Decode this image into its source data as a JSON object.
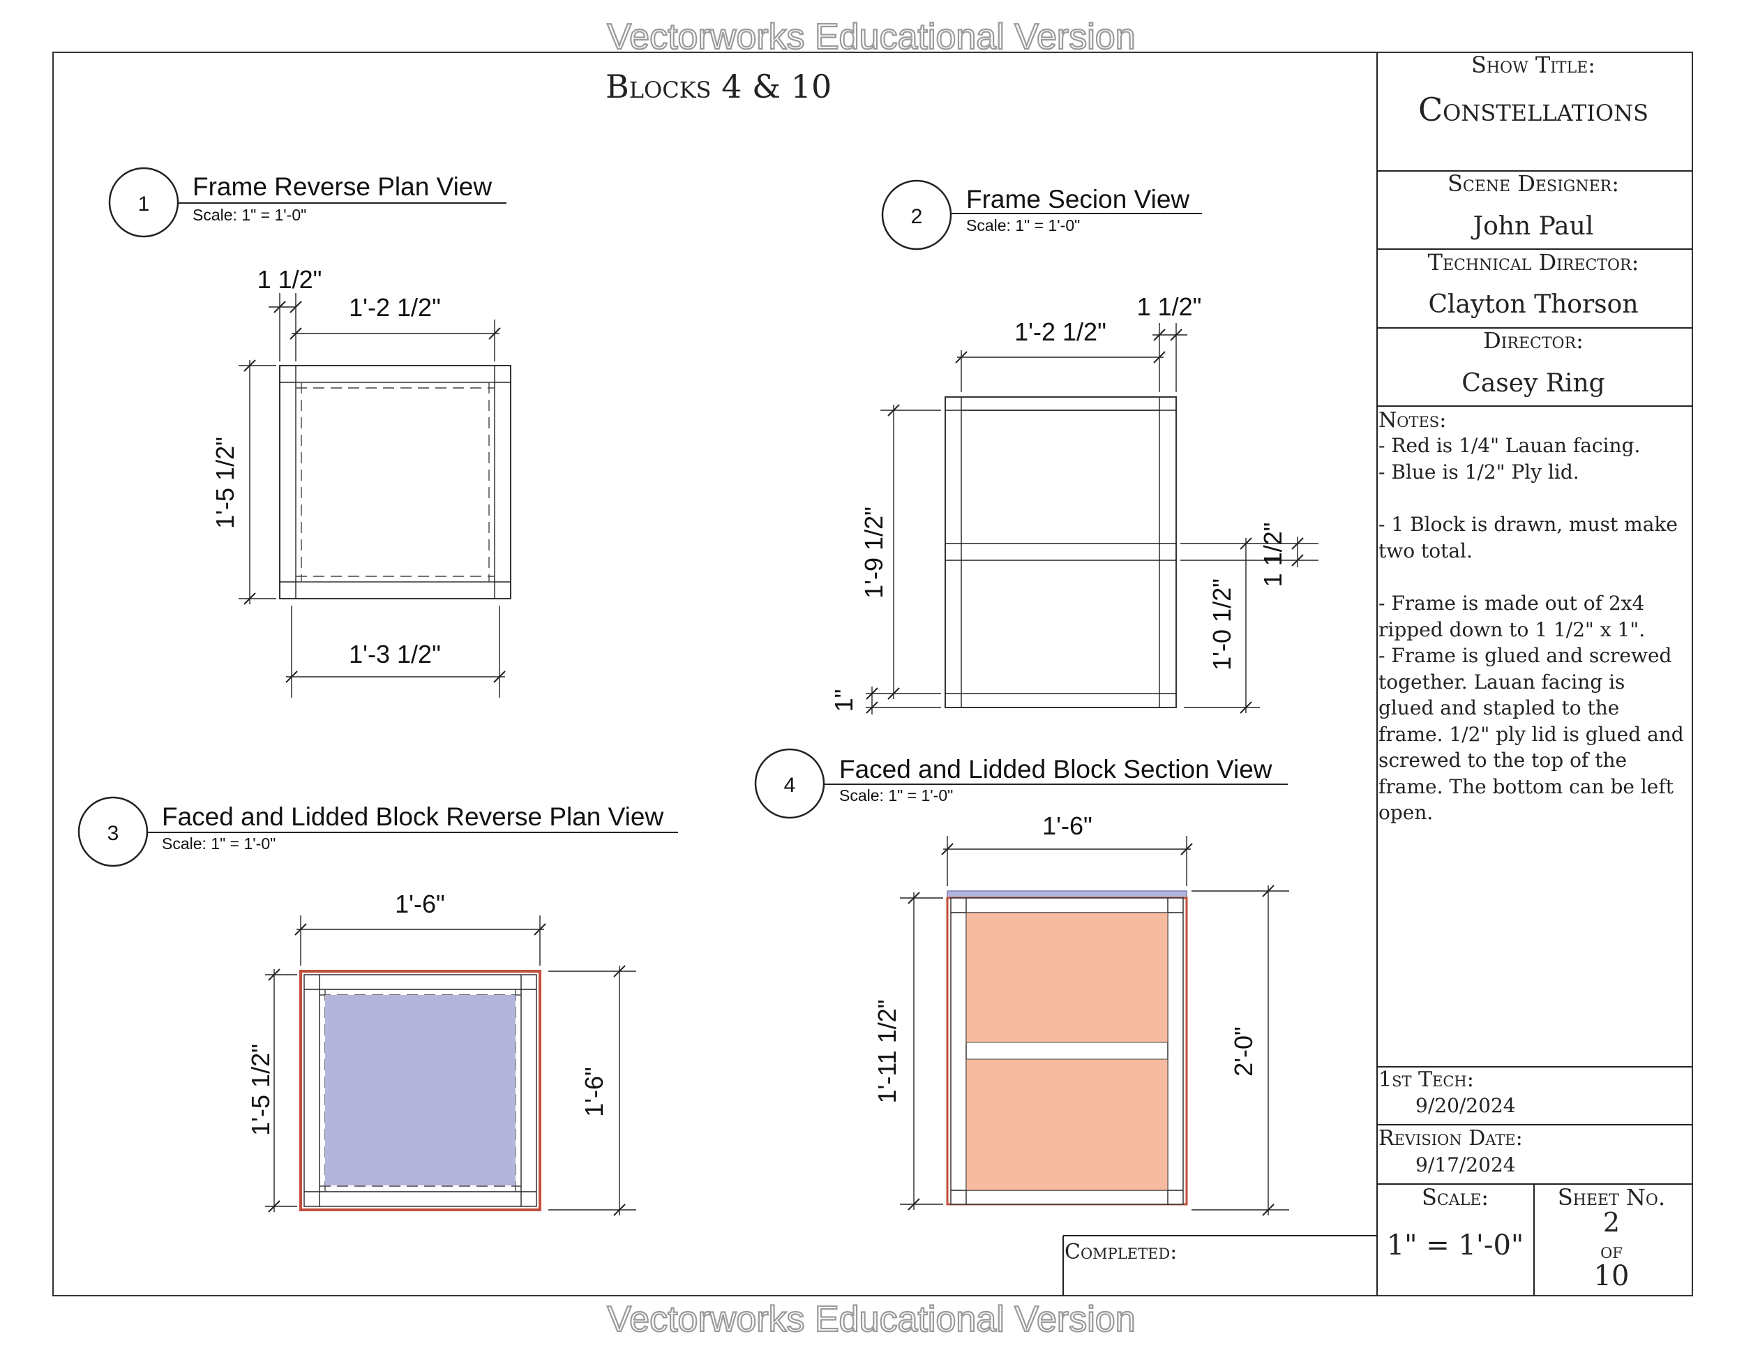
{
  "watermark": {
    "top": "Vectorworks Educational Version",
    "bottom": "Vectorworks Educational Version"
  },
  "sheet_title": "Blocks 4 & 10",
  "views": [
    {
      "number": "1",
      "title": "Frame Reverse Plan View",
      "scale": "Scale: 1\" = 1'-0\""
    },
    {
      "number": "2",
      "title": "Frame Secion View",
      "scale": "Scale: 1\" = 1'-0\""
    },
    {
      "number": "3",
      "title": "Faced and Lidded Block Reverse Plan View",
      "scale": "Scale: 1\" = 1'-0\""
    },
    {
      "number": "4",
      "title": "Faced and Lidded Block Section View",
      "scale": "Scale: 1\" = 1'-0\""
    }
  ],
  "dimensions": {
    "v1": {
      "frame_thickness": "1 1/2\"",
      "inner_width": "1'-2 1/2\"",
      "depth": "1'-5 1/2\"",
      "overall_width": "1'-3 1/2\""
    },
    "v2": {
      "inner_width": "1'-2 1/2\"",
      "frame_thickness": "1 1/2\"",
      "height": "1'-9 1/2\"",
      "mid_rail": "1 1/2\"",
      "lower_opening": "1'-0 1/2\"",
      "bottom_gap": "1\""
    },
    "v3": {
      "width": "1'-6\"",
      "depth_left": "1'-5 1/2\"",
      "depth_right": "1'-6\""
    },
    "v4": {
      "width": "1'-6\"",
      "height_left": "1'-11 1/2\"",
      "height_right": "2'-0\""
    }
  },
  "title_block": {
    "show_title_label": "Show Title:",
    "show_title": "Constellations",
    "scene_designer_label": "Scene Designer:",
    "scene_designer": "John Paul",
    "technical_director_label": "Technical Director:",
    "technical_director": "Clayton Thorson",
    "director_label": "Director:",
    "director": "Casey Ring",
    "notes_label": "Notes:",
    "notes": [
      "- Red is 1/4\" Lauan facing.",
      "- Blue is 1/2\" Ply lid.",
      "",
      "- 1 Block is drawn, must make",
      "two total.",
      "",
      "- Frame is made out of 2x4",
      "ripped down to 1 1/2\" x 1\".",
      "- Frame is glued and screwed",
      "together. Lauan facing is",
      "glued and stapled to the",
      "frame. 1/2\" ply lid is glued and",
      "screwed to the top of the",
      "frame. The bottom can be left",
      "open."
    ],
    "first_tech_label": "1st Tech:",
    "first_tech": "9/20/2024",
    "revision_date_label": "Revision Date:",
    "revision_date": "9/17/2024",
    "scale_label": "Scale:",
    "scale": "1\" = 1'-0\"",
    "sheet_no_label": "Sheet No.",
    "sheet_no": "2",
    "sheet_of": "of",
    "sheet_total": "10",
    "completed_label": "Completed:"
  },
  "colors": {
    "lauan_facing": "#f7bba1",
    "ply_lid": "#b3b5dc",
    "lauan_edge": "#c0503c",
    "lid_edge": "#7e80b8"
  }
}
